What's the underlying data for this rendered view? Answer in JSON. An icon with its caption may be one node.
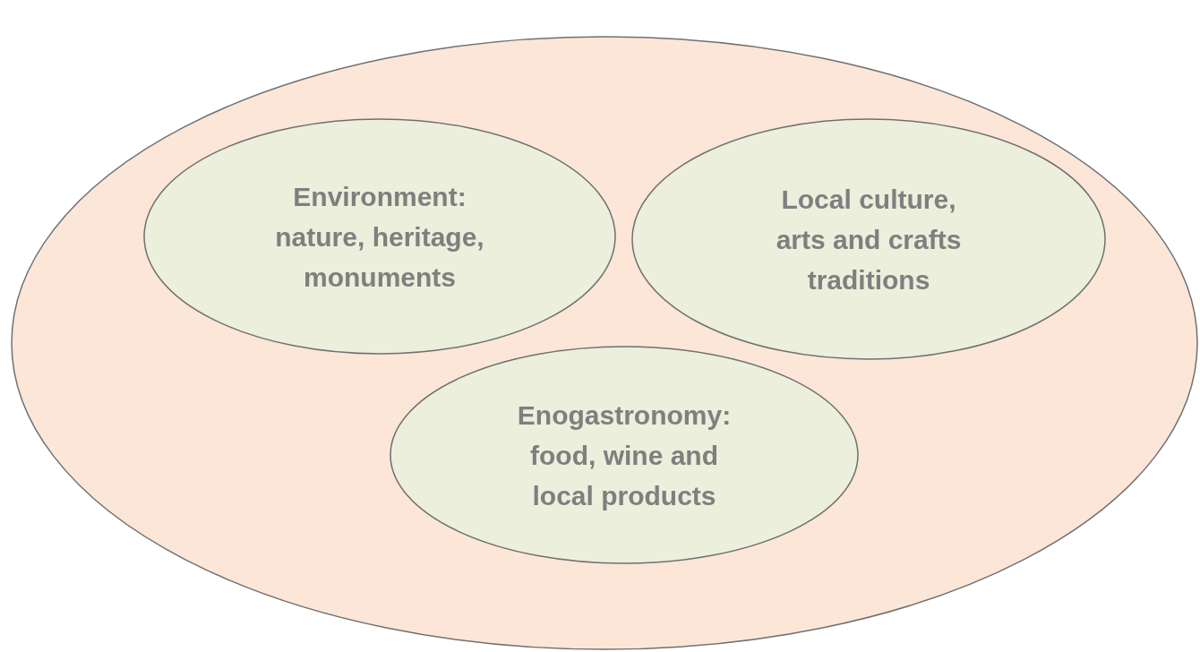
{
  "diagram": {
    "nodes": [
      {
        "text": [],
        "shape": "ellipse"
      },
      {
        "text": [
          "Environment: nature, heritage, monuments"
        ],
        "in": 0
      },
      {
        "text": [
          "Local culture, arts and crafts traditions"
        ],
        "in": 0
      },
      {
        "text": [
          "Enogastronomy: food, wine and local products"
        ],
        "in": 0
      }
    ]
  }
}
